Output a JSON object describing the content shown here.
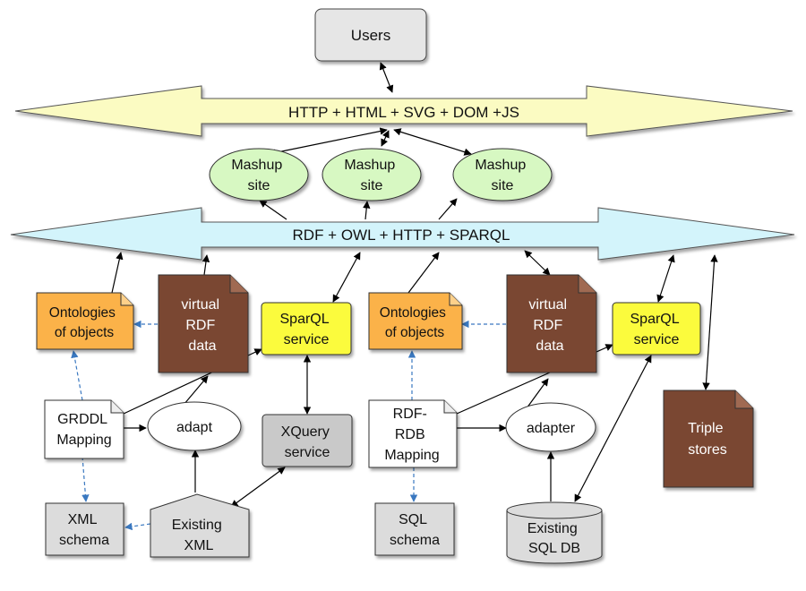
{
  "nodes": {
    "users": {
      "label": "Users"
    },
    "http_band": {
      "label": "HTTP + HTML + SVG +  DOM +JS"
    },
    "rdf_band": {
      "label": "RDF + OWL + HTTP + SPARQL"
    },
    "mashup1": {
      "lines": [
        "Mashup",
        "site"
      ]
    },
    "mashup2": {
      "lines": [
        "Mashup",
        "site"
      ]
    },
    "mashup3": {
      "lines": [
        "Mashup",
        "site"
      ]
    },
    "ontologies1": {
      "lines": [
        "Ontologies",
        "of objects"
      ]
    },
    "virtual_rdf1": {
      "lines": [
        "virtual",
        "RDF",
        "data"
      ]
    },
    "sparql1": {
      "lines": [
        "SparQL",
        "service"
      ]
    },
    "ontologies2": {
      "lines": [
        "Ontologies",
        "of objects"
      ]
    },
    "virtual_rdf2": {
      "lines": [
        "virtual",
        "RDF",
        "data"
      ]
    },
    "sparql2": {
      "lines": [
        "SparQL",
        "service"
      ]
    },
    "grddl": {
      "lines": [
        "GRDDL",
        "Mapping"
      ]
    },
    "adapt": {
      "label": "adapt"
    },
    "xquery": {
      "lines": [
        "XQuery",
        "service"
      ]
    },
    "rdf_rdb": {
      "lines": [
        "RDF-",
        "RDB",
        "Mapping"
      ]
    },
    "adapter": {
      "label": "adapter"
    },
    "triple": {
      "lines": [
        "Triple",
        "stores"
      ]
    },
    "xml_schema": {
      "lines": [
        "XML",
        "schema"
      ]
    },
    "existing_xml": {
      "lines": [
        "Existing",
        "XML"
      ]
    },
    "sql_schema": {
      "lines": [
        "SQL",
        "schema"
      ]
    },
    "existing_sql": {
      "lines": [
        "Existing",
        "SQL DB"
      ]
    }
  },
  "colors": {
    "users_fill": "#e6e6e6",
    "http_band": "#fbfbc2",
    "rdf_band": "#d3f4fb",
    "mashup": "#d7f8c2",
    "ontology": "#fbb24a",
    "virtual_rdf": "#7a4631",
    "sparql": "#fbfb3c",
    "xquery": "#c9c9c9",
    "grey_box": "#dcdcdc",
    "mapping": "#ffffff",
    "edge": "#000000",
    "dashed_edge": "#3a78c0"
  }
}
